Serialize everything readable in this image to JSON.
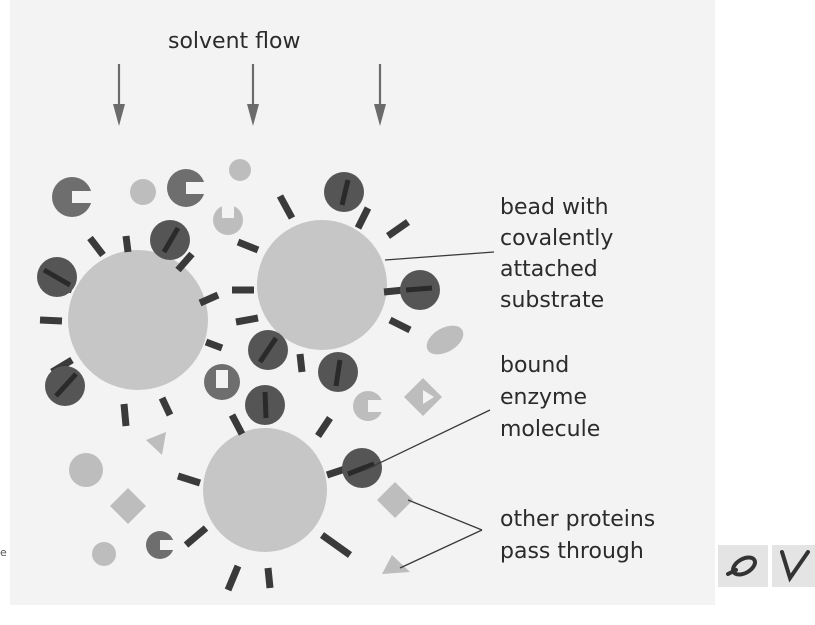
{
  "diagram": {
    "title": "solvent flow",
    "labels": {
      "bead": [
        "bead with",
        "covalently",
        "attached",
        "substrate"
      ],
      "enzyme": [
        "bound",
        "enzyme",
        "molecule"
      ],
      "proteins": [
        "other proteins",
        "pass through"
      ]
    },
    "edge_caption": "e",
    "colors": {
      "panel_background": "#f3f3f3",
      "bead": "#c6c6c6",
      "enzyme": "#555555",
      "substrate_stick": "#3a3a3a",
      "other_protein": "#bdbdbd",
      "text": "#2b2b2b"
    }
  }
}
